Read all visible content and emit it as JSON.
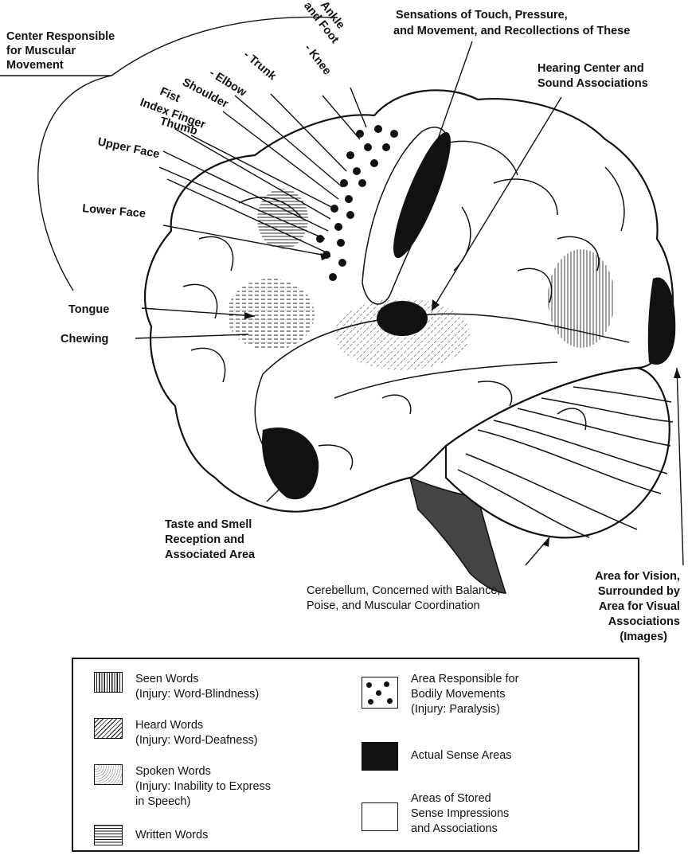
{
  "labels": {
    "muscular_center": [
      "Center Responsible",
      "for Muscular",
      "Movement"
    ],
    "ankle_foot": [
      "Ankle",
      "and Foot"
    ],
    "knee": "- Knee",
    "trunk": "- Trunk",
    "elbow": "- Elbow",
    "shoulder": "Shoulder",
    "fist": "Fist",
    "index_finger": "Index Finger",
    "thumb": "Thumb",
    "upper_face": "Upper Face",
    "lower_face": "Lower Face",
    "tongue": "Tongue",
    "chewing": "Chewing",
    "touch": [
      "Sensations of Touch, Pressure,",
      "and Movement, and Recollections of These"
    ],
    "hearing": [
      "Hearing Center and",
      "Sound Associations"
    ],
    "taste": [
      "Taste and Smell",
      "Reception and",
      "Associated Area"
    ],
    "cerebellum": [
      "Cerebellum, Concerned with Balance,",
      "Poise, and Muscular Coordination"
    ],
    "vision": [
      "Area for Vision,",
      "Surrounded by",
      "Area for Visual",
      "Associations",
      "(Images)"
    ]
  },
  "legend": {
    "seen": "Seen Words\n(Injury: Word-Blindness)",
    "heard": "Heard Words\n(Injury: Word-Deafness)",
    "spoken": "Spoken Words\n(Injury: Inability to Express\nin Speech)",
    "written": "Written Words",
    "bodily": "Area Responsible for\nBodily Movements\n(Injury: Paralysis)",
    "actual": "Actual Sense Areas",
    "stored": "Areas of Stored\nSense Impressions\nand Associations"
  }
}
